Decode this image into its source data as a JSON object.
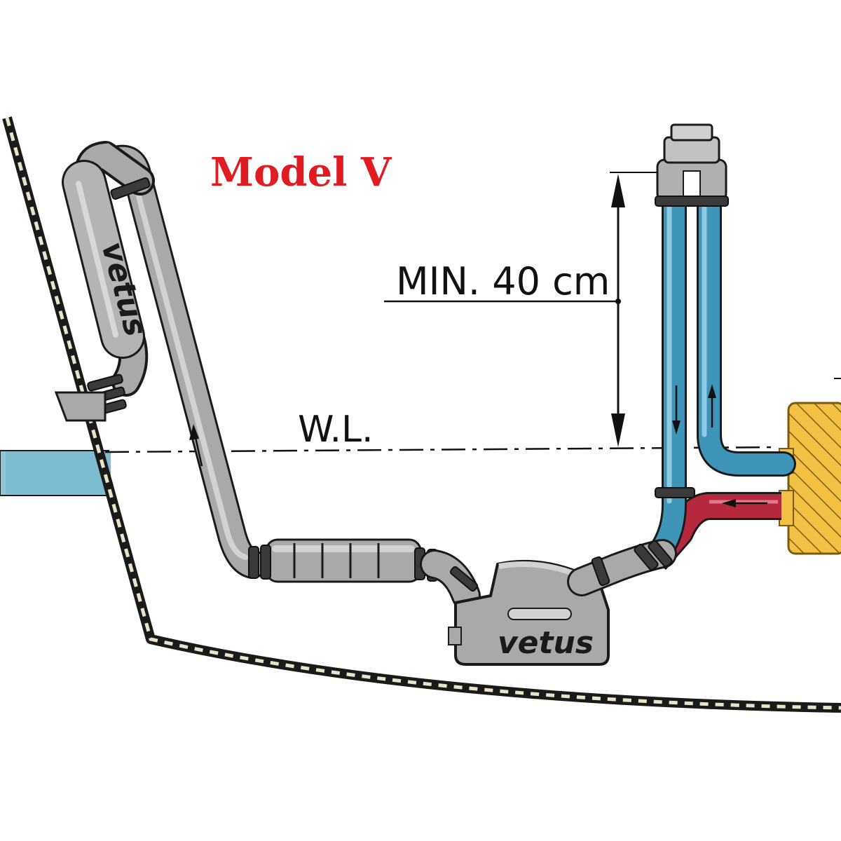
{
  "title": "Model V",
  "dimension_label": "MIN. 40 cm",
  "waterline_label": "W.L.",
  "brand_label_silencer": "vetus",
  "brand_label_muffler": "vetus",
  "colors": {
    "title": "#e11b22",
    "water": "#8fc7d6",
    "cooling_pipe": "#3e95b8",
    "exhaust_pipe": "#a9a9ab",
    "hot_exhaust": "#b5283e",
    "engine": "#f2c043",
    "hull": "#1a1a1a"
  },
  "icons": [
    "flow-arrow-up-icon",
    "flow-arrow-down-icon",
    "flow-arrow-left-icon",
    "dimension-arrow-icon"
  ]
}
